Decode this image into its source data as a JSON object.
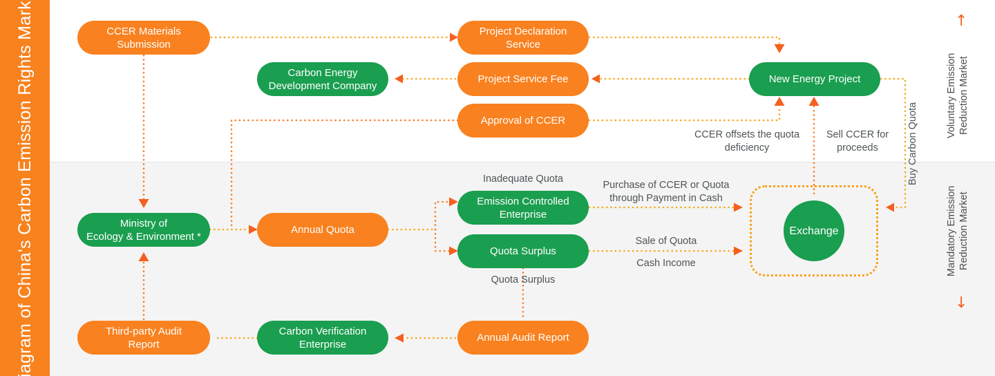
{
  "title": {
    "text": "Diagram of China's Carbon Emission Rights Market",
    "bar_color": "#f7821e"
  },
  "theme": {
    "orange": "#f9811f",
    "green": "#1a9e4f",
    "amber": "#f9a11b",
    "arrow": "#f4601f",
    "band_top": "#ffffff",
    "band_bottom": "#f4f4f4",
    "caption_text": "#4d5356"
  },
  "markets": {
    "voluntary": {
      "label": "Voluntary Emission\nReduction Market",
      "arrow_icon": "arrow-up-icon",
      "arrow_glyph": "↑"
    },
    "mandatory": {
      "label": "Mandatory Emission\nReduction Market",
      "arrow_icon": "arrow-down-icon",
      "arrow_glyph": "↓"
    }
  },
  "nodes": {
    "ccer_materials": {
      "label": "CCER Materials\nSubmission",
      "color": "orange"
    },
    "carbon_energy_company": {
      "label": "Carbon Energy\nDevelopment Company",
      "color": "green"
    },
    "project_declaration": {
      "label": "Project Declaration\nService",
      "color": "orange"
    },
    "project_service_fee": {
      "label": "Project Service Fee",
      "color": "orange"
    },
    "approval_of_ccer": {
      "label": "Approval of CCER",
      "color": "orange"
    },
    "new_energy_project": {
      "label": "New Energy Project",
      "color": "green"
    },
    "ministry": {
      "label": "Ministry of\nEcology & Environment *",
      "color": "green"
    },
    "annual_quota": {
      "label": "Annual Quota",
      "color": "orange"
    },
    "emission_controlled": {
      "label": "Emission Controlled\nEnterprise",
      "color": "green"
    },
    "quota_surplus": {
      "label": "Quota Surplus",
      "color": "green"
    },
    "exchange": {
      "label": "Exchange",
      "color": "green"
    },
    "third_party_audit": {
      "label": "Third-party Audit\nReport",
      "color": "orange"
    },
    "carbon_verification": {
      "label": "Carbon Verification\nEnterprise",
      "color": "green"
    },
    "annual_audit_report": {
      "label": "Annual Audit Report",
      "color": "orange"
    }
  },
  "captions": {
    "ccer_offsets": "CCER offsets the quota\ndeficiency",
    "sell_ccer": "Sell CCER for\nproceeds",
    "buy_carbon_quota": "Buy Carbon Quota",
    "inadequate_quota": "Inadequate Quota",
    "quota_surplus_label": "Quota Surplus",
    "purchase_ccer": "Purchase of CCER or Quota\nthrough Payment in Cash",
    "sale_of_quota": "Sale of Quota",
    "cash_income": "Cash Income"
  }
}
